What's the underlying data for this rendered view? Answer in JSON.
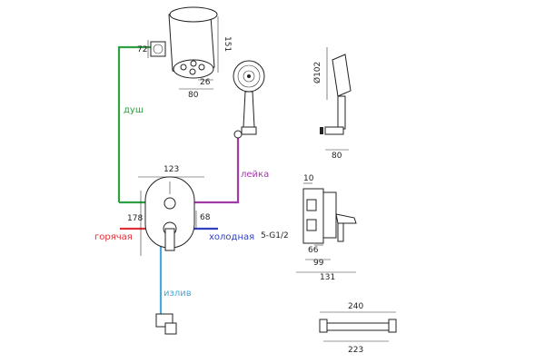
{
  "colors": {
    "shower_line": "#2ea043",
    "handheld_line": "#a23aa8",
    "hot_line": "#e0303a",
    "cold_line": "#2f3fbf",
    "spout_line": "#4aa8d8",
    "ink": "#222222"
  },
  "labels": {
    "shower": "душ",
    "handheld": "лейка",
    "hot": "горячая",
    "cold": "холодная",
    "spout": "излив"
  },
  "dimensions": {
    "head_depth": "72",
    "head_height": "151",
    "head_width": "80",
    "head_offset": "26",
    "hand_diameter": "Ø102",
    "hand_width": "80",
    "mixer_width": "123",
    "mixer_height": "178",
    "mixer_offset": "68",
    "side_top": "10",
    "thread": "5-G1/2",
    "side_66": "66",
    "side_99": "99",
    "side_131": "131",
    "spout_top": "240",
    "spout_bottom": "223"
  }
}
